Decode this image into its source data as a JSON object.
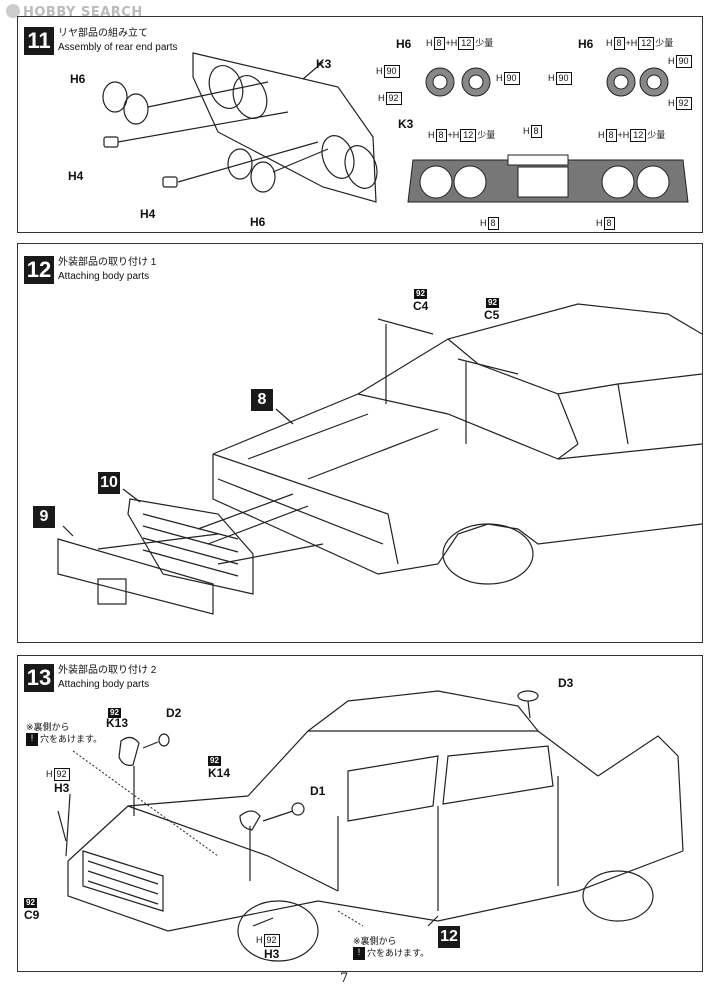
{
  "watermark": "HOBBY SEARCH",
  "step11": {
    "number": "11",
    "title_jp": "リヤ部品の組み立て",
    "title_en": "Assembly of rear end parts",
    "labels": {
      "h6_a": "H6",
      "k3": "K3",
      "h4_a": "H4",
      "h4_b": "H4",
      "h6_b": "H6"
    },
    "detail": {
      "h6_left": "H6",
      "h6_right": "H6",
      "k3": "K3",
      "paint": {
        "h": "H",
        "c8": "8",
        "plus": "+",
        "c12": "12",
        "small": "少量",
        "c90": "90",
        "c92": "92"
      }
    }
  },
  "step12": {
    "number": "12",
    "title_jp": "外装部品の取り付け 1",
    "title_en": "Attaching body parts",
    "labels": {
      "c4": "C4",
      "c5": "C5",
      "p92a": "92",
      "p92b": "92",
      "s8": "8",
      "s9": "9",
      "s10": "10"
    }
  },
  "step13": {
    "number": "13",
    "title_jp": "外装部品の取り付け 2",
    "title_en": "Attaching body parts",
    "labels": {
      "d3": "D3",
      "d2": "D2",
      "d1": "D1",
      "k13": "K13",
      "k14": "K14",
      "h3_a": "H3",
      "h3_b": "H3",
      "c9": "C9",
      "p92": "92",
      "h": "H",
      "s12": "12"
    },
    "note_top_line1": "※裏側から",
    "note_top_line2": "穴をあけます。",
    "note_bottom_line1": "※裏側から",
    "note_bottom_line2": "穴をあけます。"
  },
  "page_number": "7"
}
